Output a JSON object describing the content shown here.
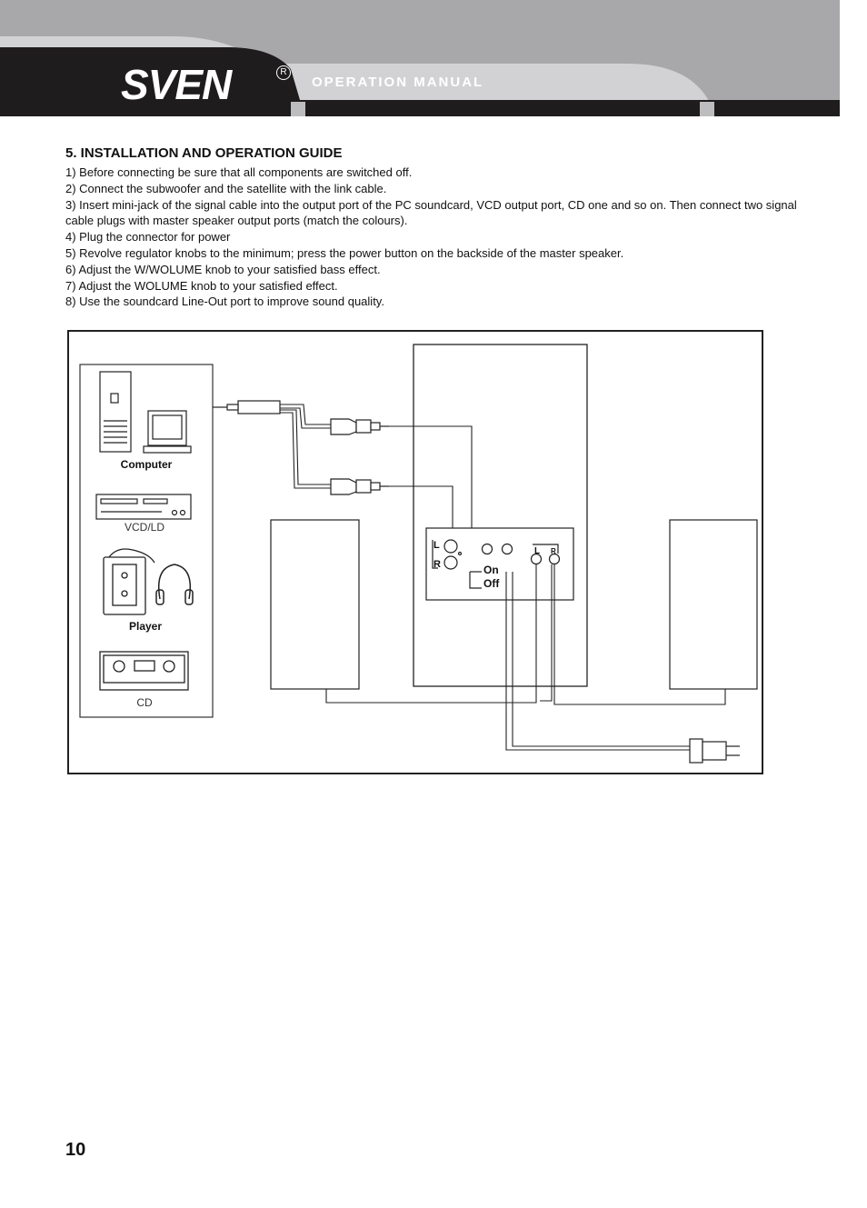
{
  "header": {
    "brand": "SVEN",
    "registered_mark": "R",
    "title": "OPERATION MANUAL"
  },
  "section": {
    "title": "5. INSTALLATION AND OPERATION GUIDE",
    "steps": [
      "1) Before connecting be sure that all components are switched off.",
      "2) Connect the subwoofer and the satellite with the link cable.",
      "3) Insert mini-jack of the signal cable into the output port of the PC soundcard, VCD output port, CD one and so on. Then connect two signal cable plugs with master speaker output ports (match the colours).",
      "4) Plug the connector for power",
      "5) Revolve regulator knobs to the minimum; press the power button on the backside of the master speaker.",
      "6) Adjust the W/WOLUME knob to your satisfied bass effect.",
      "7) Adjust the WOLUME knob to your satisfied  effect.",
      "8) Use the soundcard Line-Out port to improve sound quality."
    ]
  },
  "diagram": {
    "sources": {
      "computer": "Computer",
      "vcd": "VCD/LD",
      "player": "Player",
      "cd": "CD"
    },
    "panel": {
      "input_left": "L",
      "input_right": "R",
      "switch_on": "On",
      "switch_off": "Off",
      "output_left": "L",
      "output_right": "R"
    }
  },
  "footer": {
    "page_number": "10"
  }
}
